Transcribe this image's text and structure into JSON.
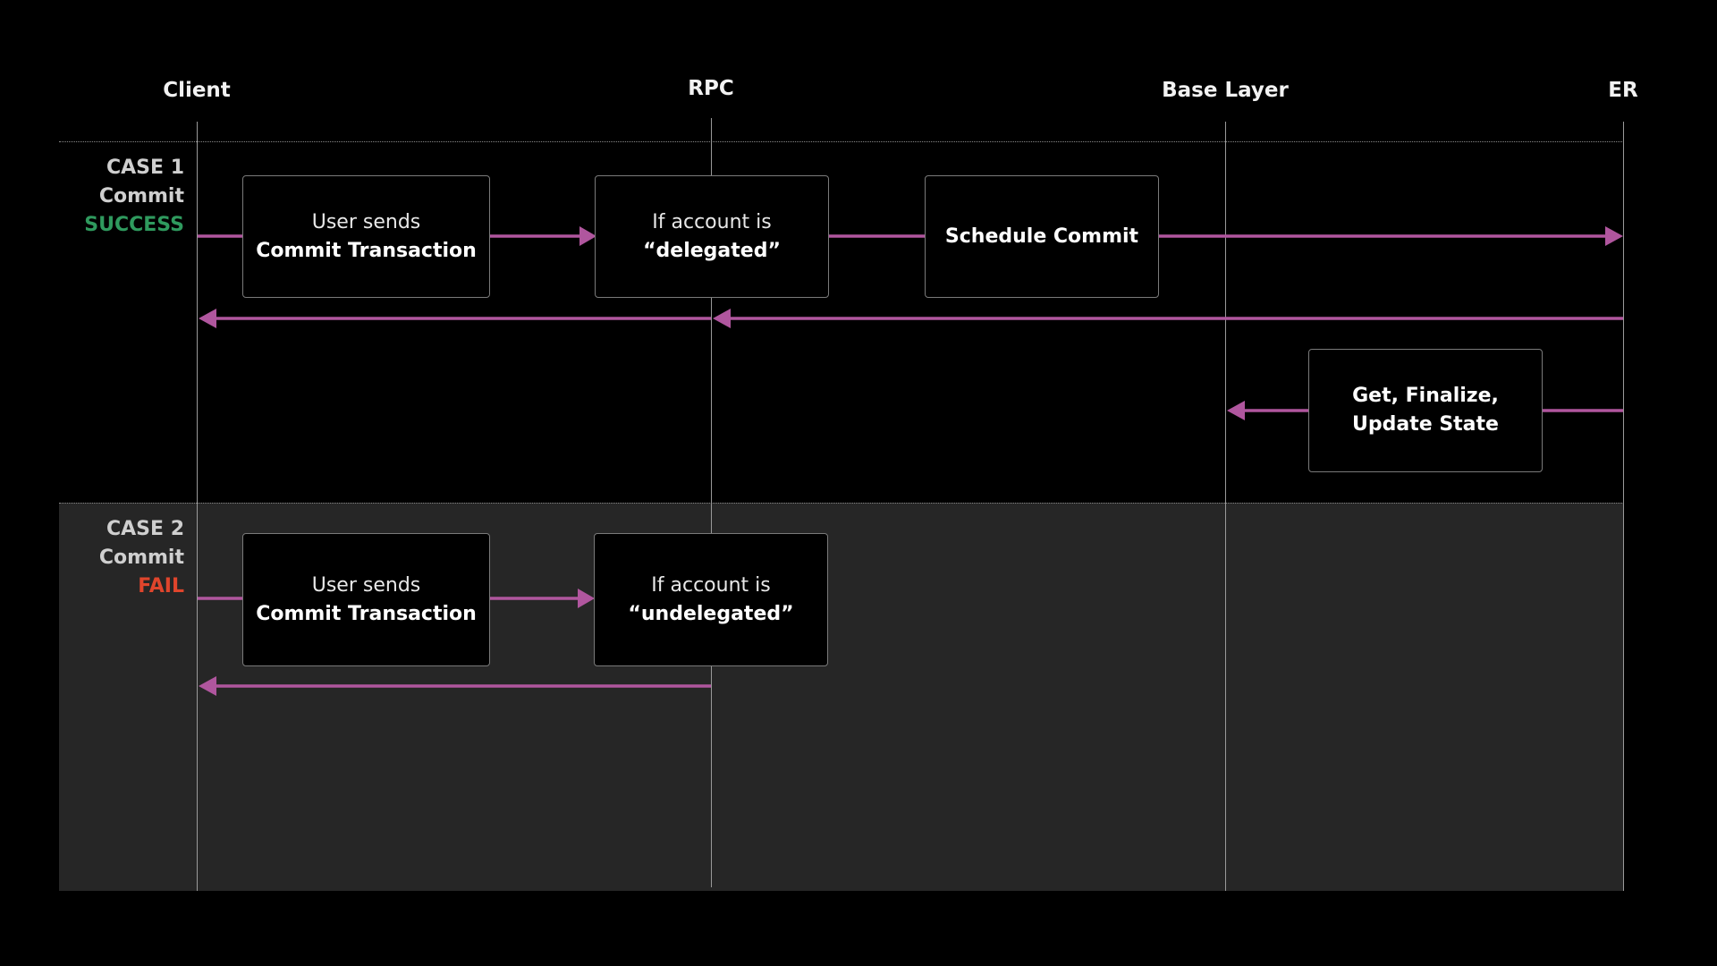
{
  "lanes": {
    "client": "Client",
    "rpc": "RPC",
    "base_layer": "Base Layer",
    "er": "ER"
  },
  "case1": {
    "case": "CASE 1",
    "kind": "Commit",
    "result": "SUCCESS",
    "box_user_line1": "User sends",
    "box_user_line2": "Commit Transaction",
    "box_check_line1": "If account is",
    "box_check_line2": "“delegated”",
    "box_schedule": "Schedule Commit",
    "box_finalize": "Get, Finalize, Update State"
  },
  "case2": {
    "case": "CASE 2",
    "kind": "Commit",
    "result": "FAIL",
    "box_user_line1": "User sends",
    "box_user_line2": "Commit Transaction",
    "box_check_line1": "If account is",
    "box_check_line2": "“undelegated”"
  },
  "colors": {
    "arrow": "#b0569e",
    "success": "#2f9a5e",
    "fail": "#e0452c",
    "section2_bg": "#262626"
  }
}
